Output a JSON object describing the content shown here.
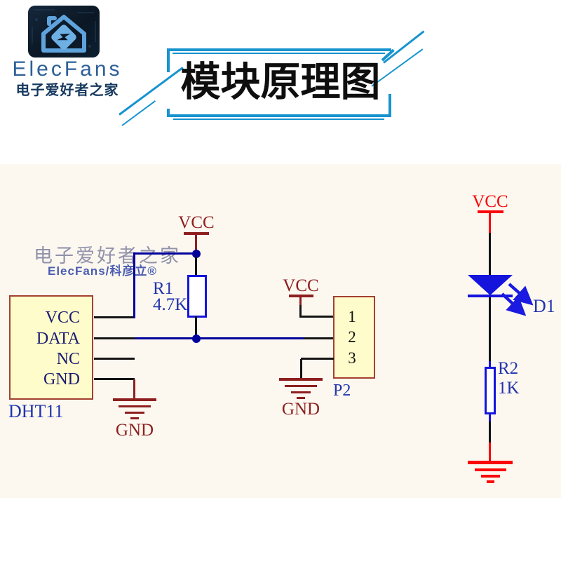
{
  "brand": {
    "name": "ElecFans",
    "tagline": "电子爱好者之家"
  },
  "banner": {
    "title": "模块原理图"
  },
  "watermark": {
    "line1": "电子爱好者之家",
    "line2": "ElecFans/科彦立®"
  },
  "nets": {
    "vcc": "VCC",
    "gnd": "GND"
  },
  "dht11": {
    "ref": "DHT11",
    "pins": [
      "VCC",
      "DATA",
      "NC",
      "GND"
    ]
  },
  "r1": {
    "ref": "R1",
    "value": "4.7K"
  },
  "p2": {
    "ref": "P2",
    "pins": [
      "1",
      "2",
      "3"
    ]
  },
  "d1": {
    "ref": "D1"
  },
  "r2": {
    "ref": "R2",
    "value": "1K"
  },
  "colors": {
    "accent": "#1793cf",
    "wire_blue": "#00009b",
    "component_blue": "#1414dd",
    "label_blue": "#2134ad",
    "power_dark_red": "#8e1f1f",
    "bright_red": "#fb0606",
    "part_fill": "#fdfcca",
    "part_border": "#a3402f"
  }
}
